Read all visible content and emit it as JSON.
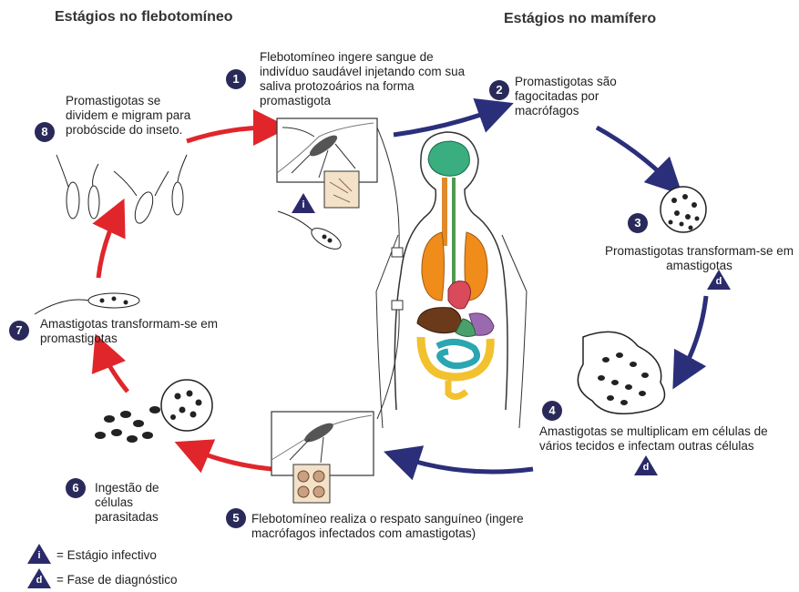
{
  "headers": {
    "left": "Estágios no flebotomíneo",
    "right": "Estágios no mamífero"
  },
  "steps": [
    {
      "n": "1",
      "text": "Flebotomíneo ingere sangue de indivíduo saudável injetando com sua saliva protozoários na forma promastigota"
    },
    {
      "n": "2",
      "text": "Promastigotas são fagocitadas por macrófagos"
    },
    {
      "n": "3",
      "text": "Promastigotas transformam-se em amastigotas"
    },
    {
      "n": "4",
      "text": "Amastigotas se multiplicam em células de vários tecidos  e infectam outras células"
    },
    {
      "n": "5",
      "text": "Flebotomíneo realiza o respato sanguíneo (ingere macrófagos infectados com amastigotas)"
    },
    {
      "n": "6",
      "text": "Ingestão de células parasitadas"
    },
    {
      "n": "7",
      "text": "Amastigotas transformam-se em promastigotas"
    },
    {
      "n": "8",
      "text": "Promastigotas se dividem e migram para probóscide do inseto."
    }
  ],
  "markers": {
    "infective": "i",
    "diagnostic": "d"
  },
  "legend": {
    "infective_label": "= Estágio infectivo",
    "diagnostic_label": "= Fase de diagnóstico"
  },
  "colors": {
    "mammal_arrows": "#2b2f7a",
    "fly_arrows": "#e0262b",
    "badge": "#2a2a5a"
  }
}
